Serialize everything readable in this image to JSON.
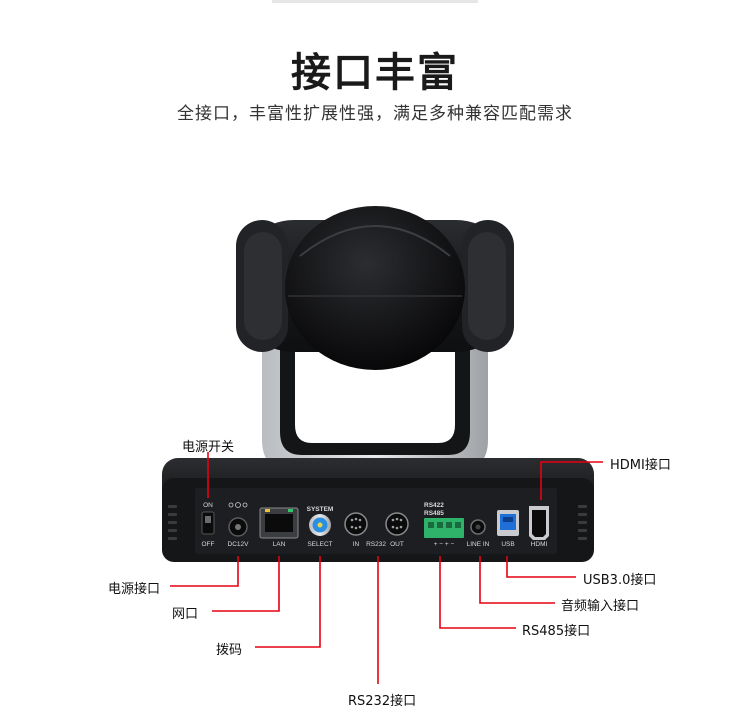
{
  "header": {
    "title": "接口丰富",
    "subtitle": "全接口，丰富性扩展性强，满足多种兼容匹配需求"
  },
  "callouts": {
    "power_switch": "电源开关",
    "power_port": "电源接口",
    "lan_port": "网口",
    "dip_switch": "拨码",
    "rs232_port": "RS232接口",
    "hdmi_port": "HDMI接口",
    "usb_port": "USB3.0接口",
    "audio_port": "音频输入接口",
    "rs485_port": "RS485接口"
  },
  "panel_labels": {
    "on": "ON",
    "off": "OFF",
    "dc": "DC12V",
    "lan": "LAN",
    "system": "SYSTEM",
    "select": "SELECT",
    "in": "IN",
    "rs232": "RS232",
    "out": "OUT",
    "rs422": "RS422",
    "rs485": "RS485",
    "polarity": "+  −  +  −",
    "line_in": "LINE IN",
    "usb": "USB",
    "hdmi": "HDMI"
  },
  "colors": {
    "leader_line": "#e60012",
    "body": "#1b1c1e",
    "terminal": "#2fb36b",
    "usb": "#1f6fd6",
    "dial": "#2a8fe0"
  }
}
